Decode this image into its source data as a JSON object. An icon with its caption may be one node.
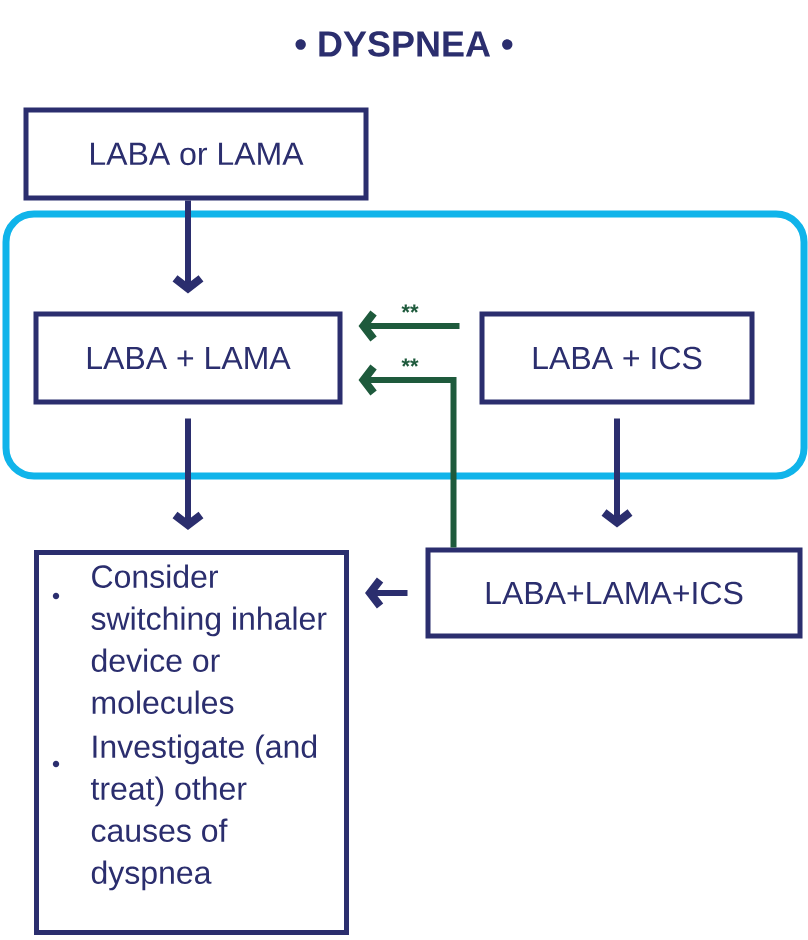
{
  "diagram": {
    "title": "• DYSPNEA •",
    "nodes": [
      {
        "text": [
          "LABA or LAMA"
        ]
      },
      {
        "text": [],
        "shape": "box"
      },
      {
        "text": [
          "LABA + LAMA"
        ],
        "in": 1
      },
      {
        "text": [
          "LABA + ICS"
        ],
        "in": 1
      },
      {
        "text": [
          "Consider switching inhaler device or molecules",
          "Investigate (and treat) other causes of dyspnea"
        ]
      },
      {
        "text": [
          "LABA+LAMA+ICS"
        ]
      }
    ],
    "edges": [
      {
        "from": 0,
        "to": 2,
        "arrow": "to"
      },
      {
        "from": 3,
        "to": 2,
        "arrow": "to",
        "label": "**",
        "color": "#1e5a3c"
      },
      {
        "from": 5,
        "to": 2,
        "arrow": "to",
        "label": "**",
        "color": "#1e5a3c"
      },
      {
        "from": 2,
        "to": 4,
        "arrow": "to"
      },
      {
        "from": 3,
        "to": 5,
        "arrow": "to"
      },
      {
        "from": 5,
        "to": 4,
        "arrow": "to"
      }
    ]
  }
}
